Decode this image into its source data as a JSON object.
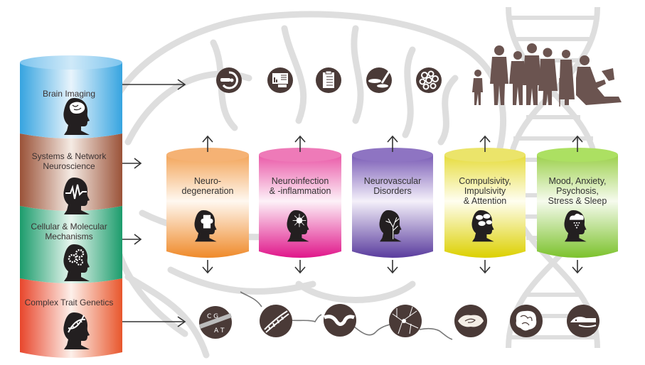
{
  "left_stack": {
    "layers": [
      {
        "label": "Brain Imaging",
        "icon": "head-brain-icon",
        "color": "#36a4e0"
      },
      {
        "label": "Systems & Network Neuroscience",
        "line1": "Systems & Network",
        "line2": "Neuroscience",
        "icon": "head-signal-icon",
        "color": "#9a5238"
      },
      {
        "label": "Cellular & Molecular Mechanisms",
        "line1": "Cellular & Molecular",
        "line2": "Mechanisms",
        "icon": "head-gears-icon",
        "color": "#1c9c6c"
      },
      {
        "label": "Complex Trait Genetics",
        "icon": "head-dna-icon",
        "color": "#e8462c"
      }
    ]
  },
  "domains": [
    {
      "line1": "Neuro-",
      "line2": "degeneration",
      "line3": "",
      "icon": "head-puzzle-icon",
      "color": "#ef8a2a"
    },
    {
      "line1": "Neuroinfection",
      "line2": "& -inflammation",
      "line3": "",
      "icon": "head-burst-icon",
      "color": "#e0168a"
    },
    {
      "line1": "Neurovascular",
      "line2": "Disorders",
      "line3": "",
      "icon": "head-vessels-icon",
      "color": "#5a3c9e"
    },
    {
      "line1": "Compulsivity,",
      "line2": "Impulsivity",
      "line3": "& Attention",
      "icon": "head-thoughts-icon",
      "color": "#dcd000"
    },
    {
      "line1": "Mood, Anxiety,",
      "line2": "Psychosis,",
      "line3": "Stress & Sleep",
      "icon": "head-raincloud-icon",
      "color": "#7cc22c"
    }
  ],
  "top_icons": [
    "mri-scanner-icon",
    "computer-chart-icon",
    "clipboard-checklist-icon",
    "petri-dish-icon",
    "cells-cluster-icon"
  ],
  "bottom_icons": [
    "dna-letters-icon",
    "dna-helix-icon",
    "protein-fold-icon",
    "neuron-icon",
    "hippocampus-icon",
    "brain-icon",
    "mouse-icon"
  ],
  "population_graphic": "people-silhouettes-icon",
  "colors": {
    "icon_dark": "#4a3a37",
    "people": "#6b5450",
    "background_art": "#dcdcdc"
  }
}
